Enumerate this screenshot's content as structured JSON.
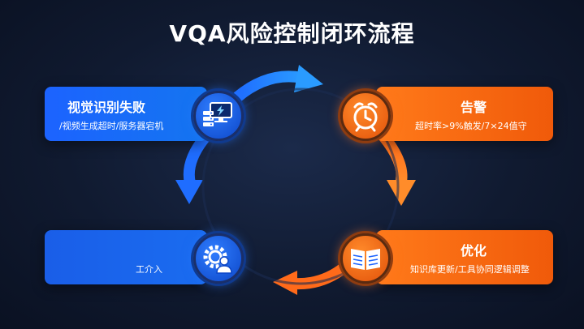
{
  "title": "VQA风险控制闭环流程",
  "steps": {
    "failure": {
      "title": "视觉识别失败",
      "desc": "/视频生成超时/服务器宕机"
    },
    "alert": {
      "title": "告警",
      "desc": "超时率>9%触发/7×24值守"
    },
    "optimize": {
      "title": "优化",
      "desc": "知识库更新/工具协同逻辑调整"
    },
    "intervene": {
      "title": "",
      "desc": "工介入"
    }
  },
  "colors": {
    "blue": "#1c63ff",
    "orange": "#ff7a1a",
    "background": "#101a30"
  },
  "icons": {
    "failure": "monitor-server-icon",
    "alert": "alarm-clock-icon",
    "optimize": "open-book-icon",
    "intervene": "gear-person-icon"
  }
}
